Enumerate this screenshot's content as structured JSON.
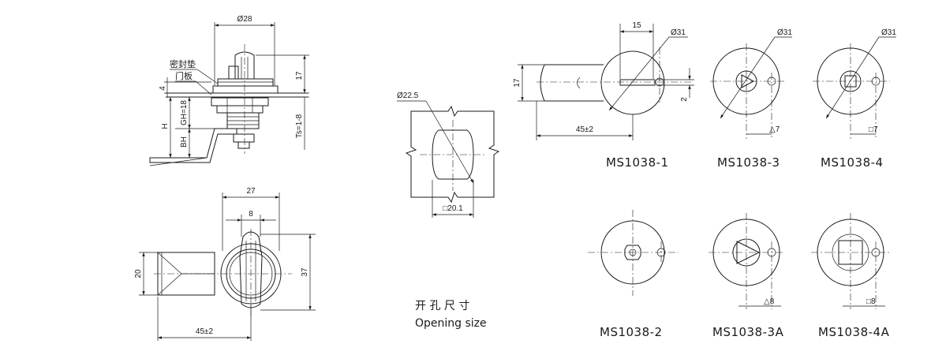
{
  "side_view": {
    "dim_width": "Ø28",
    "dim_height": "17",
    "label_gasket": "密封垫",
    "label_door": "门板",
    "dim_h": "H",
    "dim_gh": "GH=18",
    "dim_bh": "BH",
    "dim_ts": "Ts=1-8",
    "dim_4": "4"
  },
  "front_view": {
    "dim_27": "27",
    "dim_8": "8",
    "dim_20": "20",
    "dim_37": "37",
    "dim_45": "45±2"
  },
  "opening": {
    "dim_diameter": "Ø22.5",
    "dim_square": "□20.1",
    "caption_cn": "开 孔 尺 寸",
    "caption_en": "Opening size"
  },
  "models": {
    "ms1038_1": {
      "label": "MS1038-1",
      "dim_15": "15",
      "dim_dia": "Ø31",
      "dim_17": "17",
      "dim_2": "2",
      "dim_45": "45±2"
    },
    "ms1038_3": {
      "label": "MS1038-3",
      "dim_dia": "Ø31",
      "dim_key": "△7"
    },
    "ms1038_4": {
      "label": "MS1038-4",
      "dim_dia": "Ø31",
      "dim_key": "□7"
    },
    "ms1038_2": {
      "label": "MS1038-2"
    },
    "ms1038_3a": {
      "label": "MS1038-3A",
      "dim_key": "△8"
    },
    "ms1038_4a": {
      "label": "MS1038-4A",
      "dim_key": "□8"
    }
  }
}
